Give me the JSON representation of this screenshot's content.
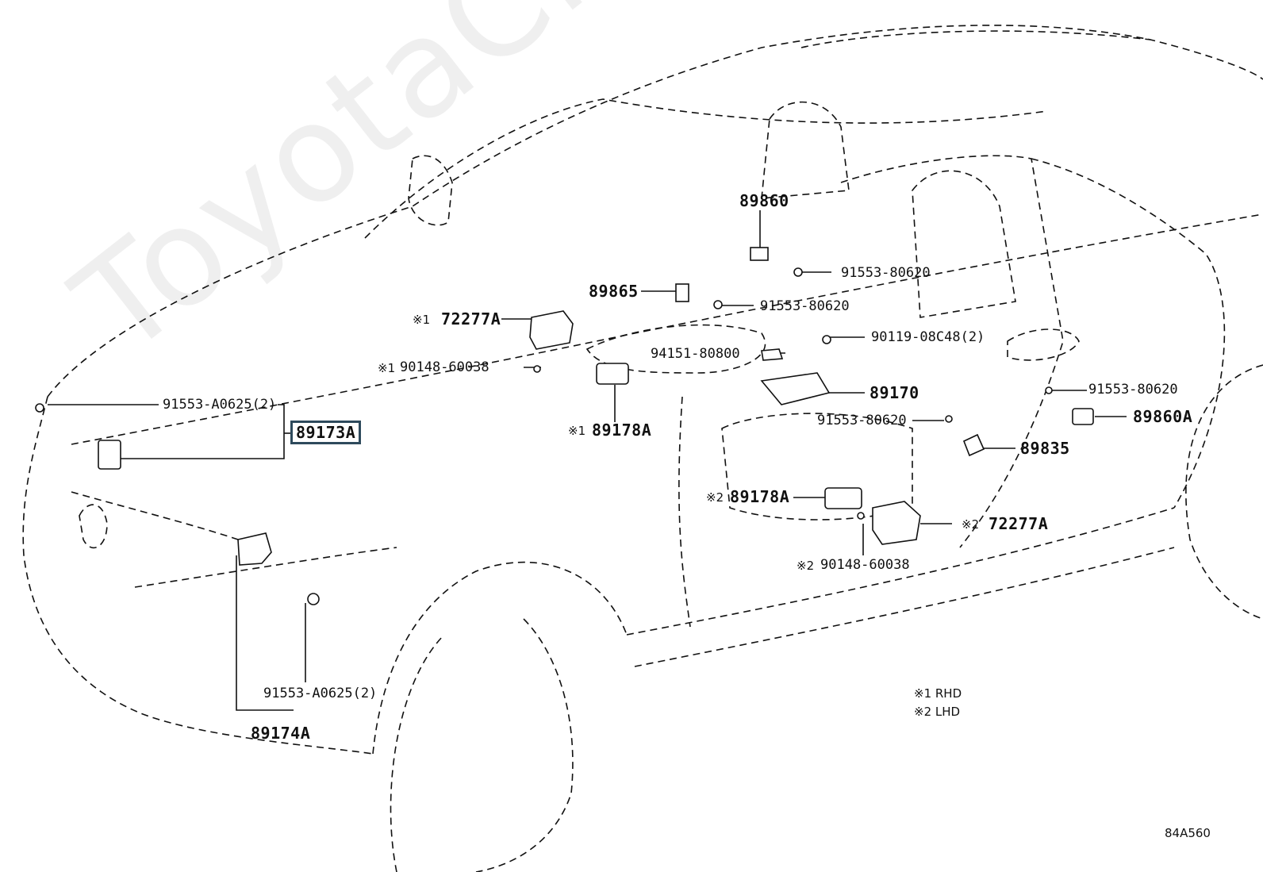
{
  "labels": {
    "p89860": "89860",
    "p91553_80620_a": "91553-80620",
    "p89865": "89865",
    "p91553_80620_b": "91553-80620",
    "p72277a_rhd_mark": "※1",
    "p72277a_rhd": "72277A",
    "p90119": "90119-08C48(2)",
    "p94151": "94151-80800",
    "p90148_rhd_mark": "※1",
    "p90148_rhd": "90148-60038",
    "p89170": "89170",
    "p91553_80620_c": "91553-80620",
    "p91553_a0625_top": "91553-A0625(2)",
    "p89173a": "89173A",
    "p89178a_rhd_mark": "※1",
    "p89178a_rhd": "89178A",
    "p91553_80620_d": "91553-80620",
    "p89860a": "89860A",
    "p89835": "89835",
    "p89178a_lhd_mark": "※2",
    "p89178a_lhd": "89178A",
    "p72277a_lhd_mark": "※2",
    "p72277a_lhd": "72277A",
    "p90148_lhd_mark": "※2",
    "p90148_lhd": "90148-60038",
    "p91553_a0625_bottom": "91553-A0625(2)",
    "p89174a": "89174A"
  },
  "legend": {
    "rhd": "※1 RHD",
    "lhd": "※2 LHD"
  },
  "figure_code": "84A560",
  "watermark": "ToyotaClub.ru"
}
